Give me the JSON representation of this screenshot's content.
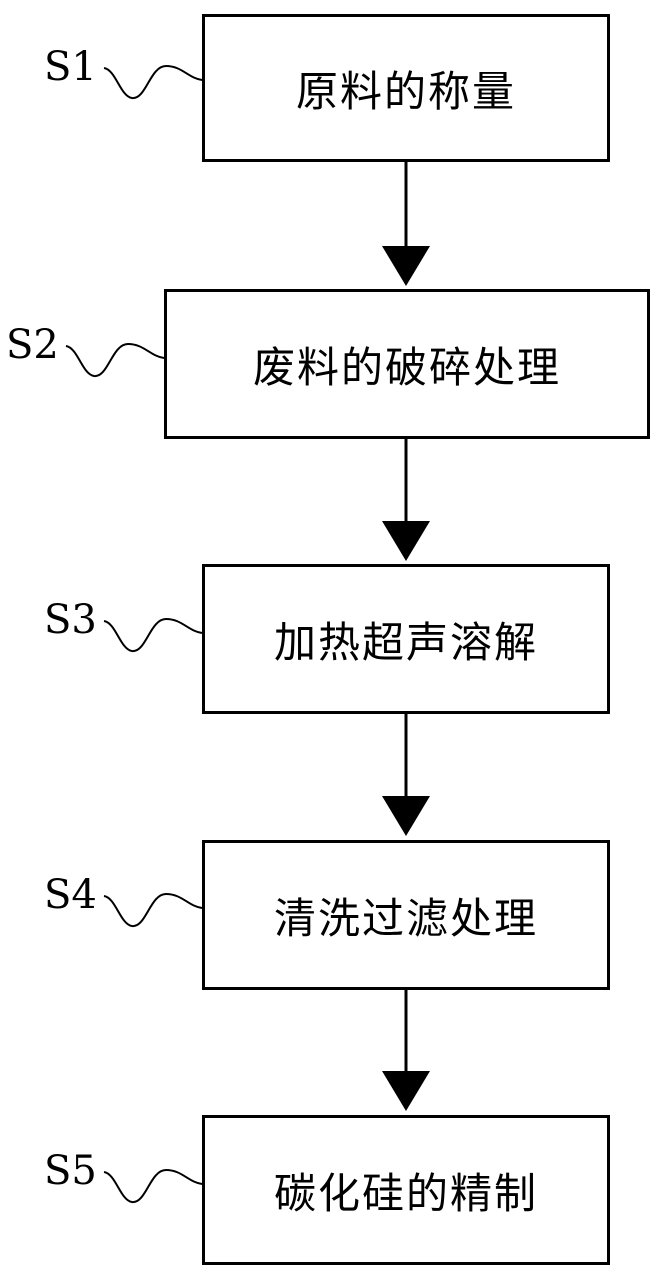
{
  "steps": [
    {
      "id": "S1",
      "label": "原料的称量"
    },
    {
      "id": "S2",
      "label": "废料的破碎处理"
    },
    {
      "id": "S3",
      "label": "加热超声溶解"
    },
    {
      "id": "S4",
      "label": "清洗过滤处理"
    },
    {
      "id": "S5",
      "label": "碳化硅的精制"
    }
  ]
}
